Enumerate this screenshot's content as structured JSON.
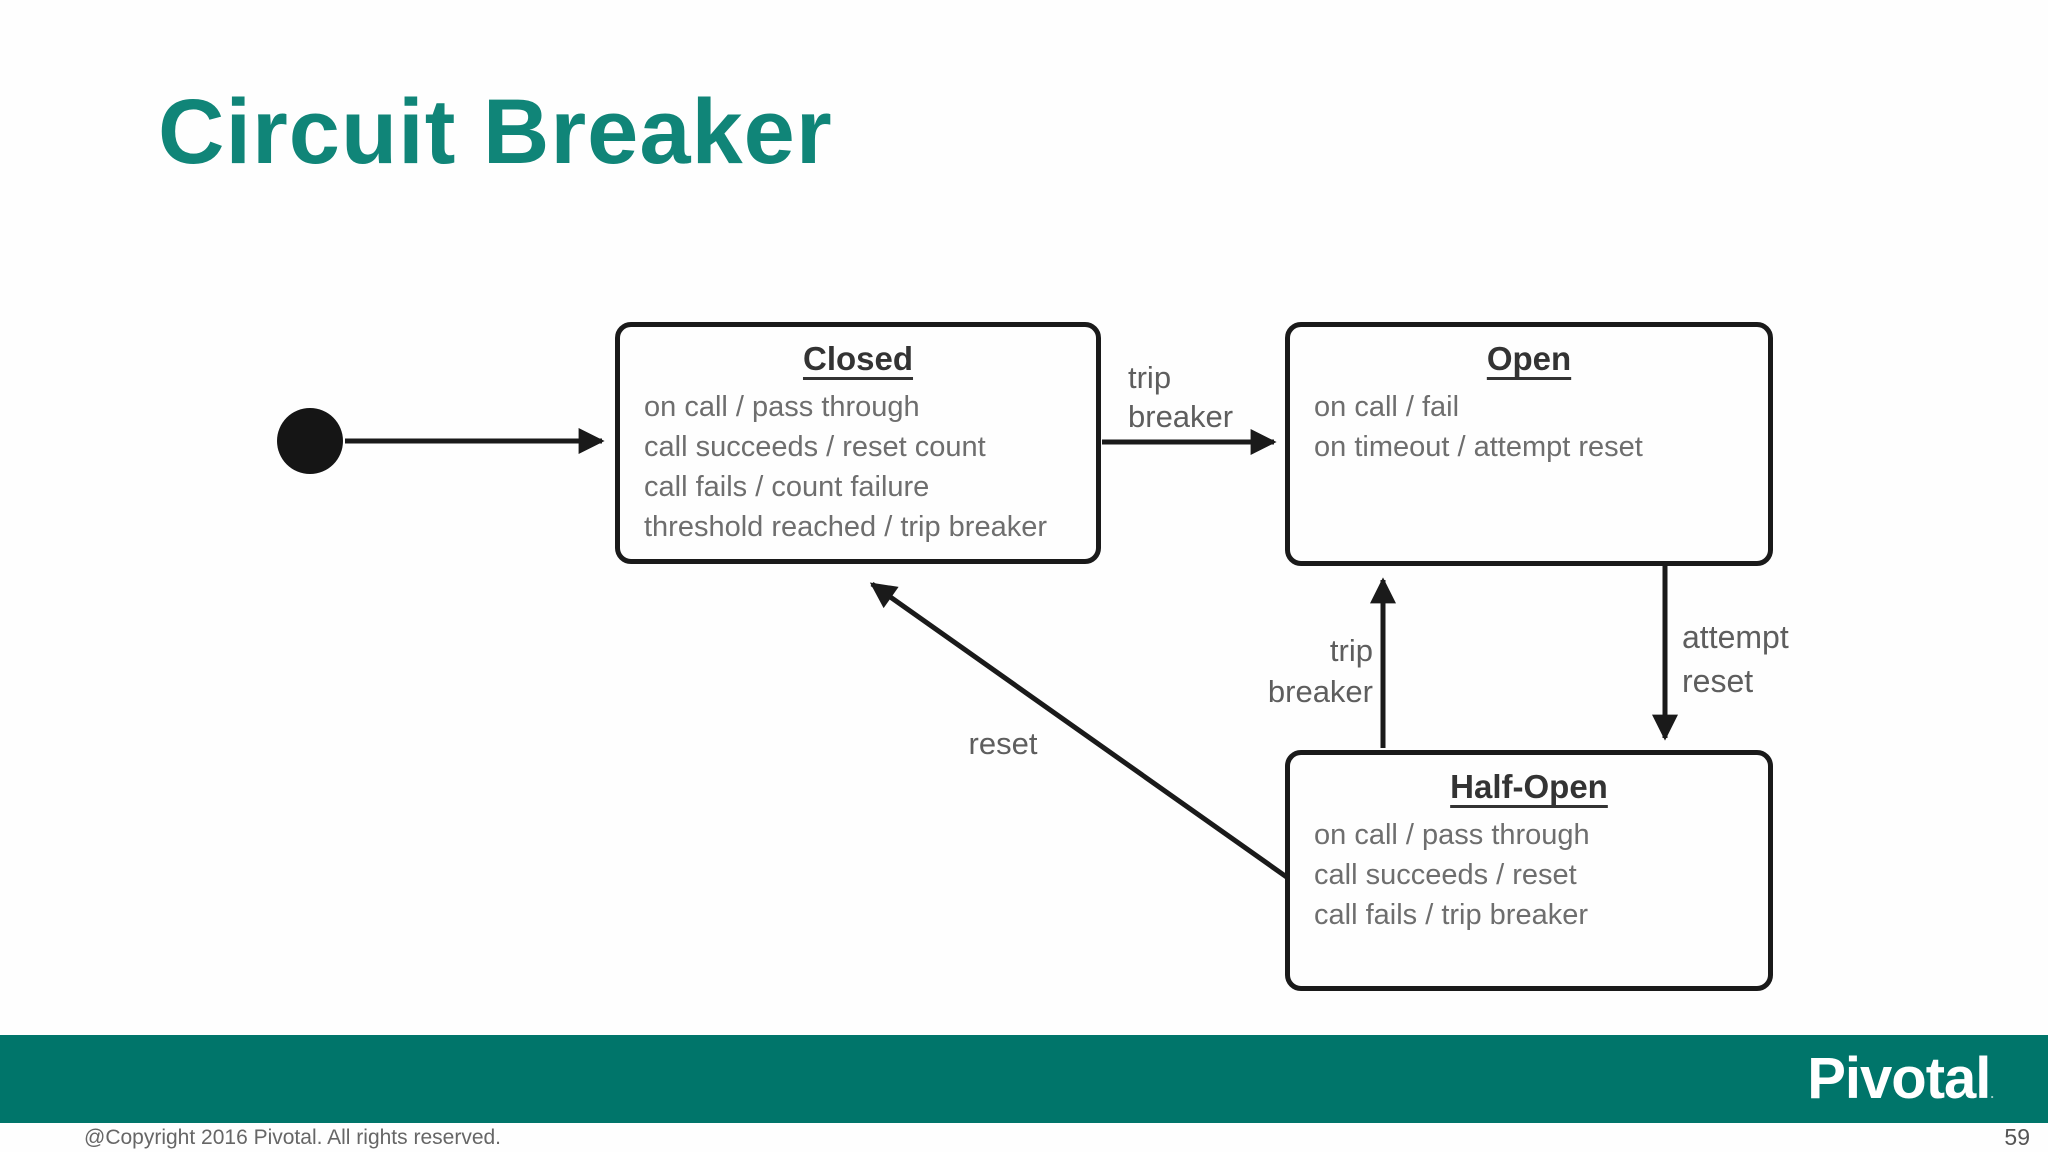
{
  "slide": {
    "title": "Circuit Breaker",
    "copyright": "@Copyright 2016 Pivotal. All rights reserved.",
    "page_number": "59",
    "brand": {
      "logo_text": "Pivotal",
      "trademark": "TM"
    }
  },
  "colors": {
    "title_teal": "#108578",
    "footer_teal": "#00756A",
    "ink": "#1A1A1A",
    "body_gray": "#6E6E6E",
    "label_gray": "#5E5E5E"
  },
  "diagram": {
    "type": "state-diagram",
    "initial_state_marker": "filled-circle",
    "states": [
      {
        "id": "closed",
        "title": "Closed",
        "lines": [
          "on call / pass through",
          "call succeeds / reset count",
          "call fails / count failure",
          "threshold reached / trip breaker"
        ]
      },
      {
        "id": "open",
        "title": "Open",
        "lines": [
          "on call / fail",
          "on timeout / attempt reset"
        ]
      },
      {
        "id": "half-open",
        "title": "Half-Open",
        "lines": [
          "on call / pass through",
          "call succeeds / reset",
          "call fails / trip breaker"
        ]
      }
    ],
    "transitions": [
      {
        "from": "initial",
        "to": "closed",
        "label": ""
      },
      {
        "from": "closed",
        "to": "open",
        "label": "trip\nbreaker"
      },
      {
        "from": "half-open",
        "to": "open",
        "label": "trip\nbreaker"
      },
      {
        "from": "open",
        "to": "half-open",
        "label": "attempt\nreset"
      },
      {
        "from": "half-open",
        "to": "closed",
        "label": "reset"
      }
    ]
  }
}
